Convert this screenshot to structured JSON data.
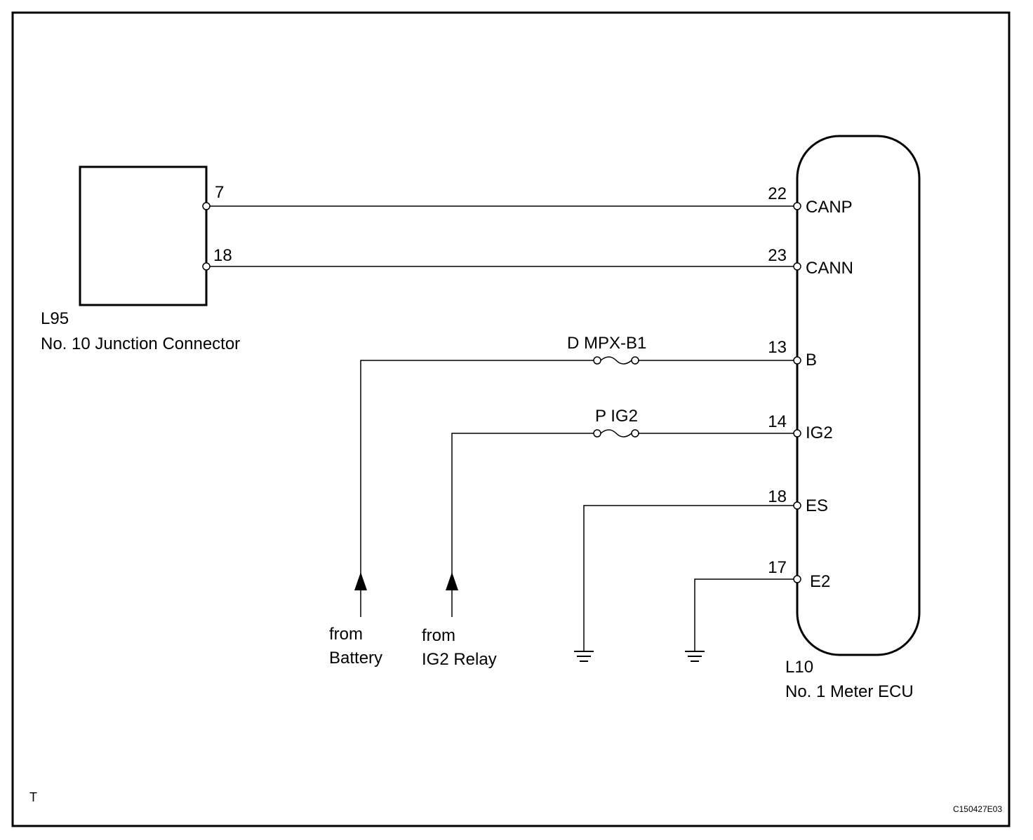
{
  "junction_connector": {
    "code": "L95",
    "name": "No. 10 Junction Connector",
    "pins": [
      "7",
      "18"
    ]
  },
  "ecu": {
    "code": "L10",
    "name": "No. 1 Meter ECU",
    "pins": [
      {
        "number": "22",
        "signal": "CANP"
      },
      {
        "number": "23",
        "signal": "CANN"
      },
      {
        "number": "13",
        "signal": "B"
      },
      {
        "number": "14",
        "signal": "IG2"
      },
      {
        "number": "18",
        "signal": "ES"
      },
      {
        "number": "17",
        "signal": "E2"
      }
    ]
  },
  "fuses": [
    {
      "label": "D MPX-B1"
    },
    {
      "label": "P IG2"
    }
  ],
  "sources": [
    {
      "line1": "from",
      "line2": "Battery"
    },
    {
      "line1": "from",
      "line2": "IG2 Relay"
    }
  ],
  "corner_mark": "T",
  "figure_code": "C150427E03"
}
